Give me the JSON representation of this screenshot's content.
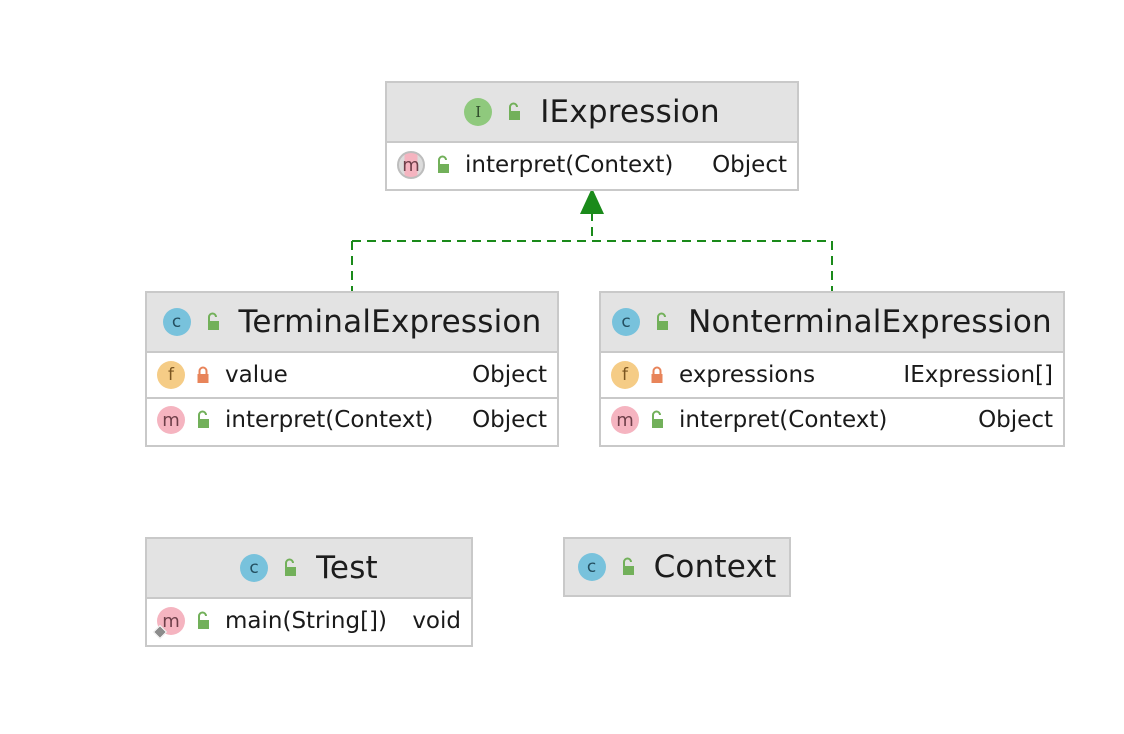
{
  "colors": {
    "header_bg": "#e3e3e3",
    "border": "#c9c9c9",
    "realization_arrow": "#1a8a1a",
    "interface_badge": "#8fc97d",
    "class_badge": "#78c2dc",
    "field_badge": "#f5cc86",
    "method_badge": "#f5b4c0",
    "public_lock": "#72b05a",
    "private_lock": "#e8845a"
  },
  "classes": {
    "iexpression": {
      "kind_letter": "I",
      "name": "IExpression",
      "methods": [
        {
          "letter": "m",
          "name": "interpret(Context)",
          "type": "Object"
        }
      ]
    },
    "terminal": {
      "kind_letter": "c",
      "name": "TerminalExpression",
      "fields": [
        {
          "letter": "f",
          "name": "value",
          "type": "Object"
        }
      ],
      "methods": [
        {
          "letter": "m",
          "name": "interpret(Context)",
          "type": "Object"
        }
      ]
    },
    "nonterminal": {
      "kind_letter": "c",
      "name": "NonterminalExpression",
      "fields": [
        {
          "letter": "f",
          "name": "expressions",
          "type": "IExpression[]"
        }
      ],
      "methods": [
        {
          "letter": "m",
          "name": "interpret(Context)",
          "type": "Object"
        }
      ]
    },
    "test": {
      "kind_letter": "c",
      "name": "Test",
      "methods": [
        {
          "letter": "m",
          "name": "main(String[])",
          "type": "void"
        }
      ]
    },
    "context": {
      "kind_letter": "c",
      "name": "Context"
    }
  }
}
